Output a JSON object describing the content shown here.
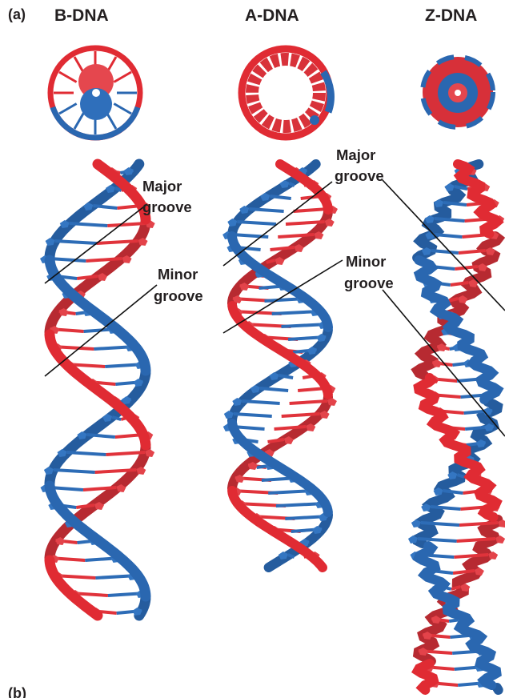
{
  "panel_labels": {
    "a": "(a)",
    "b": "(b)"
  },
  "titles": {
    "b_dna": "B-DNA",
    "a_dna": "A-DNA",
    "z_dna": "Z-DNA"
  },
  "annotations": {
    "b_major": [
      "Major",
      "groove"
    ],
    "b_minor": [
      "Minor",
      "groove"
    ],
    "a_major": [
      "Major",
      "groove"
    ],
    "a_minor": [
      "Minor",
      "groove"
    ]
  },
  "colors": {
    "strand_red": "#e02b33",
    "strand_blue": "#2a67b0",
    "text": "#231f20",
    "leader": "#111111"
  }
}
